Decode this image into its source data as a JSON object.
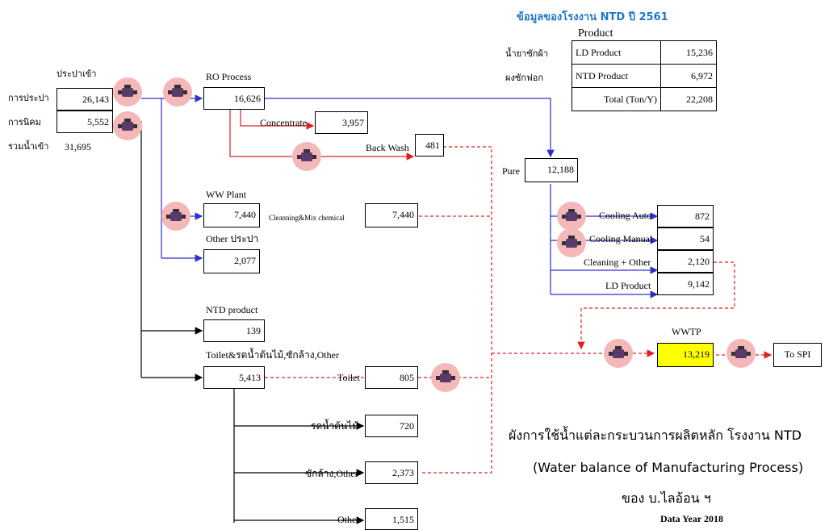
{
  "header": {
    "title": "ข้อมูลของโรงงาน NTD ปี 2561"
  },
  "product_table": {
    "caption": "Product",
    "side_labels": [
      "น้ำยาซักผ้า",
      "ผงซักฟอก"
    ],
    "rows": [
      {
        "name": "LD Product",
        "value": "15,236"
      },
      {
        "name": "NTD Product",
        "value": "6,972"
      },
      {
        "name": "Total (Ton/Y)",
        "value": "22,208"
      }
    ]
  },
  "inputs": {
    "header": "ประปาเข้า",
    "tap_label": "การประปา",
    "tap_value": "26,143",
    "estate_label": "การนิคม",
    "estate_value": "5,552",
    "total_label": "รวมน้ำเข้า",
    "total_value": "31,695"
  },
  "ro": {
    "label": "RO Process",
    "value": "16,626",
    "concentrate_label": "Concentrate",
    "concentrate_value": "3,957",
    "backwash_label": "Back Wash",
    "backwash_value": "481"
  },
  "pure": {
    "label": "Pure",
    "value": "12,188"
  },
  "ww": {
    "label": "WW Plant",
    "value": "7,440",
    "chem_label": "Cleanning&Mix chemical",
    "chem_value": "7,440"
  },
  "other_tap": {
    "label": "Other ประปา",
    "value": "2,077"
  },
  "ntd_product": {
    "label": "NTD product",
    "value": "139"
  },
  "toilet_group": {
    "label": "Toilet&รดน้ำต้นไม้,ซักล้าง,Other",
    "value": "5,413",
    "items": [
      {
        "label": "Toilet",
        "value": "805"
      },
      {
        "label": "รดน้ำต้นไม้",
        "value": "720"
      },
      {
        "label": "ซักล้าง,Other",
        "value": "2,373"
      },
      {
        "label": "Other",
        "value": "1,515"
      }
    ]
  },
  "pure_uses": [
    {
      "label": "Cooling Auto",
      "value": "872"
    },
    {
      "label": "Cooling Manual",
      "value": "54"
    },
    {
      "label": "Cleaning + Other",
      "value": "2,120"
    },
    {
      "label": "LD Product",
      "value": "9,142"
    }
  ],
  "wwtp": {
    "label": "WWTP",
    "value": "13,219",
    "color": "#ffff00",
    "dest": "To SPI"
  },
  "footer": {
    "line1": "ผังการใช้น้ำแต่ละกระบวนการผลิตหลัก โรงงาน NTD",
    "line2": "(Water balance of Manufacturing Process)",
    "line3": "ของ บ.ไลอ้อน ฯ",
    "year": "Data Year 2018"
  },
  "colors": {
    "blue_line": "#3030c8",
    "red_line": "#e02020",
    "meter_bg": "#f5b8b8",
    "title": "#1f78c8"
  }
}
